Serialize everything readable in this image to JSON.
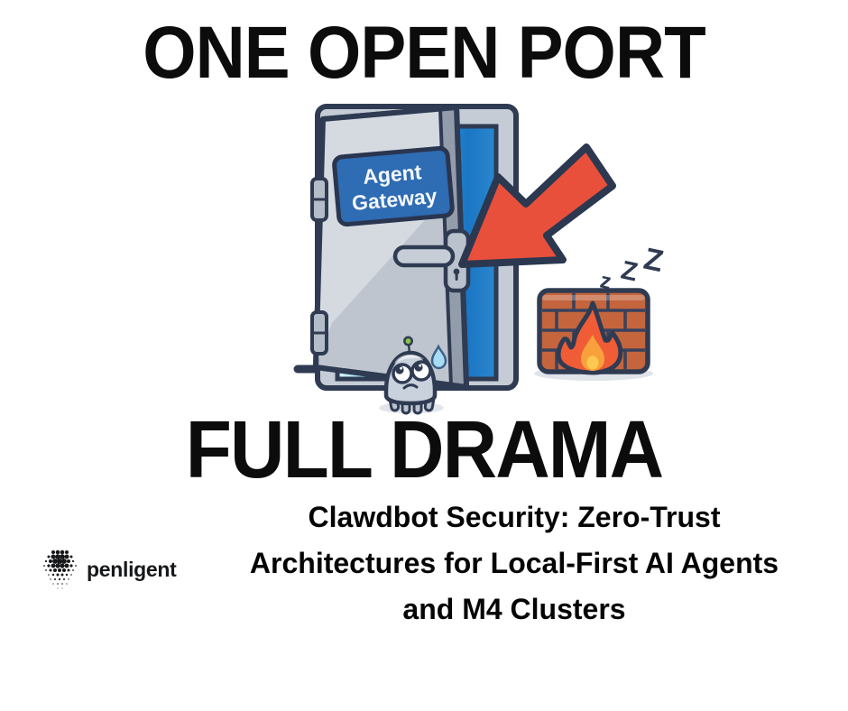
{
  "meme": {
    "top_caption": "ONE OPEN PORT",
    "bottom_caption": "FULL DRAMA"
  },
  "illustration": {
    "door_sign": {
      "line1": "Agent",
      "line2": "Gateway"
    },
    "zzz": [
      "z",
      "Z",
      "Z"
    ]
  },
  "branding": {
    "logo_text": "penligent"
  },
  "article": {
    "title_lines": [
      "Clawdbot Security: Zero-Trust",
      "Architectures for Local-First AI Agents",
      "and M4 Clusters"
    ]
  },
  "colors": {
    "outline_navy": "#2f3b52",
    "arrow_red": "#e8503c",
    "sign_blue": "#2e6cb3",
    "doorway_blue": "#2196d8",
    "brick_orange": "#c4653e",
    "flame_orange": "#ef5c35",
    "flame_yellow": "#f8a13c",
    "flame_core_yellow": "#fcc94f",
    "robot_gray": "#c9d1dc",
    "antenna_green": "#8bc34a",
    "sweat_blue": "#a8dbf4",
    "text_black": "#0c0c0c"
  }
}
